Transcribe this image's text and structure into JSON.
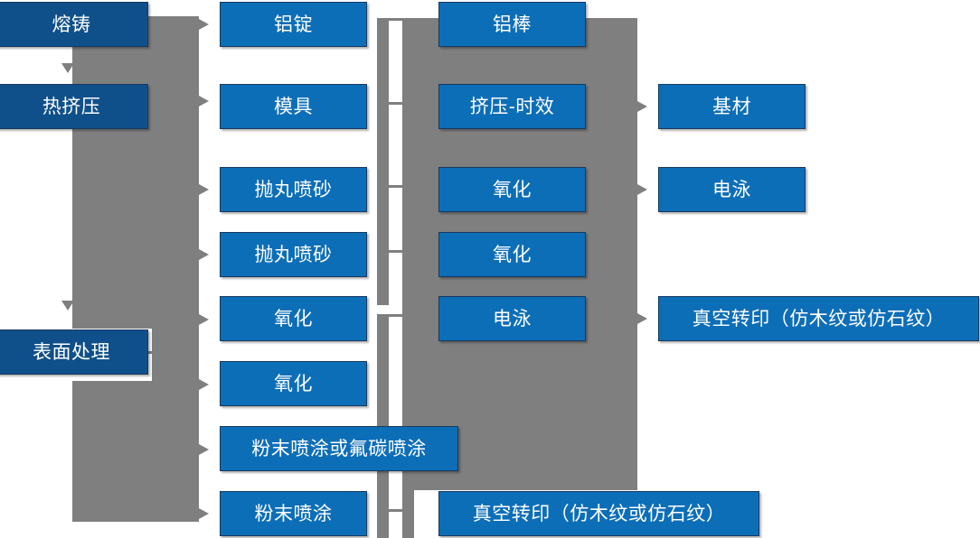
{
  "diagram": {
    "type": "process-flowchart",
    "title_text": "",
    "colors": {
      "stage_box": "#10508a",
      "process_box": "#0d6eb8",
      "connector": "#7f7f7f",
      "box_border": "#17395e",
      "label_text": "#ffffff",
      "background": "#ffffff"
    },
    "stages": [
      {
        "id": "stage-melt-cast",
        "label": "熔铸"
      },
      {
        "id": "stage-hot-extrude",
        "label": "热挤压"
      },
      {
        "id": "stage-surface",
        "label": "表面处理"
      }
    ],
    "processes": [
      {
        "id": "process-aluminum-ingot",
        "label": "铝锭"
      },
      {
        "id": "process-mold",
        "label": "模具"
      },
      {
        "id": "process-shot-blast-1",
        "label": "抛丸喷砂"
      },
      {
        "id": "process-shot-blast-2",
        "label": "抛丸喷砂"
      },
      {
        "id": "process-oxidation-1",
        "label": "氧化"
      },
      {
        "id": "process-oxidation-2",
        "label": "氧化"
      },
      {
        "id": "process-powder-or-fluoro",
        "label": "粉末喷涂或氟碳喷涂"
      },
      {
        "id": "process-powder-coating",
        "label": "粉末喷涂"
      }
    ],
    "results": [
      {
        "id": "result-aluminum-bar",
        "label": "铝棒"
      },
      {
        "id": "result-extrude-aging",
        "label": "挤压-时效"
      },
      {
        "id": "result-oxidation-1",
        "label": "氧化"
      },
      {
        "id": "result-oxidation-2",
        "label": "氧化"
      },
      {
        "id": "result-electrophoresis",
        "label": "电泳"
      },
      {
        "id": "result-vacuum-transfer-bottom",
        "label": "真空转印（仿木纹或仿石纹）"
      }
    ],
    "outputs": [
      {
        "id": "output-substrate",
        "label": "基材"
      },
      {
        "id": "output-electrophoresis",
        "label": "电泳"
      },
      {
        "id": "output-vacuum-transfer",
        "label": "真空转印（仿木纹或仿石纹）"
      }
    ]
  }
}
